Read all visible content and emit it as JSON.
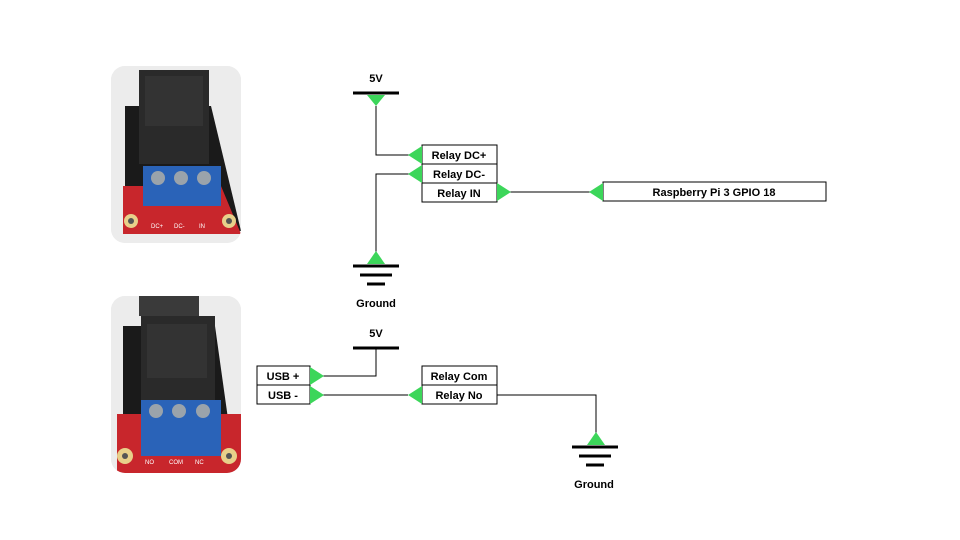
{
  "circuit1": {
    "supply": "5V",
    "relay_pins": [
      "Relay DC+",
      "Relay DC-",
      "Relay IN"
    ],
    "gpio": "Raspberry Pi 3 GPIO 18",
    "ground": "Ground"
  },
  "circuit2": {
    "supply": "5V",
    "usb_pins": [
      "USB +",
      "USB -"
    ],
    "relay_pins": [
      "Relay Com",
      "Relay No"
    ],
    "ground": "Ground"
  },
  "photo1_labels": [
    "DC+",
    "DC-",
    "IN"
  ],
  "photo2_labels": [
    "NO",
    "COM",
    "NC"
  ],
  "colors": {
    "pin": "#3cd65a",
    "board": "#c8262c",
    "terminal": "#2a63b8",
    "relay_body": "#222222"
  }
}
